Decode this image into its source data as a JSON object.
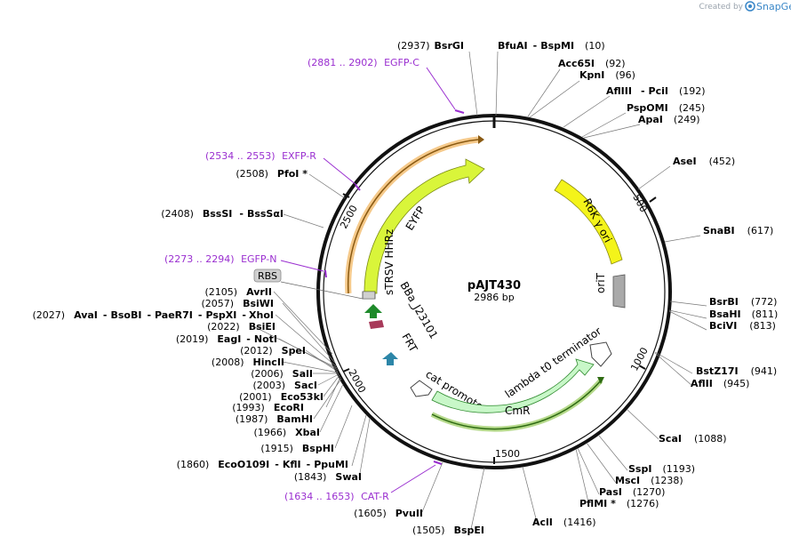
{
  "credit": {
    "prefix": "Created by",
    "brand": "SnapGene"
  },
  "plasmid": {
    "name": "pAJT430",
    "length_label": "2986 bp"
  },
  "ticks": [
    "500",
    "1000",
    "1500",
    "2000",
    "2500"
  ],
  "primers": [
    {
      "pos": "(2881 .. 2902)",
      "name": "EGFP-C"
    },
    {
      "pos": "(2534 .. 2553)",
      "name": "EXFP-R"
    },
    {
      "pos": "(2273 .. 2294)",
      "name": "EGFP-N"
    },
    {
      "pos": "(1634 .. 1653)",
      "name": "CAT-R"
    }
  ],
  "sites": {
    "bsrgi": {
      "pos": "(2937)",
      "name": "BsrGI"
    },
    "bfuai": {
      "name": "BfuAI",
      "sep": "-",
      "name2": "BspMI",
      "pos": "(10)"
    },
    "acc65i": {
      "name": "Acc65I",
      "pos": "(92)"
    },
    "kpni": {
      "name": "KpnI",
      "pos": "(96)"
    },
    "afliii": {
      "name": "AflIII",
      "sep": "-",
      "name2": "PciI",
      "pos": "(192)"
    },
    "pspomi": {
      "name": "PspOMI",
      "pos": "(245)"
    },
    "apai": {
      "name": "ApaI",
      "pos": "(249)"
    },
    "asei": {
      "name": "AseI",
      "pos": "(452)"
    },
    "snabi": {
      "name": "SnaBI",
      "pos": "(617)"
    },
    "bsrbi": {
      "name": "BsrBI",
      "pos": "(772)"
    },
    "bsahi": {
      "name": "BsaHI",
      "pos": "(811)"
    },
    "bcivi": {
      "name": "BciVI",
      "pos": "(813)"
    },
    "bstz17i": {
      "name": "BstZ17I",
      "pos": "(941)"
    },
    "aflii": {
      "name": "AflII",
      "pos": "(945)"
    },
    "scai": {
      "name": "ScaI",
      "pos": "(1088)"
    },
    "sspi": {
      "name": "SspI",
      "pos": "(1193)"
    },
    "msci": {
      "name": "MscI",
      "pos": "(1238)"
    },
    "pasi": {
      "name": "PasI",
      "pos": "(1270)"
    },
    "pflmi": {
      "name": "PflMI *",
      "pos": "(1276)"
    },
    "acli": {
      "name": "AclI",
      "pos": "(1416)"
    },
    "bspei": {
      "pos": "(1505)",
      "name": "BspEI"
    },
    "pvuii": {
      "pos": "(1605)",
      "name": "PvuII"
    },
    "swai": {
      "pos": "(1843)",
      "name": "SwaI"
    },
    "eco": {
      "pos": "(1860)",
      "name": "EcoO109I",
      "sep": "-",
      "name2": "KflI",
      "sep2": "-",
      "name3": "PpuMI"
    },
    "bsphi": {
      "pos": "(1915)",
      "name": "BspHI"
    },
    "xbai": {
      "pos": "(1966)",
      "name": "XbaI"
    },
    "bamhi": {
      "pos": "(1987)",
      "name": "BamHI"
    },
    "ecori": {
      "pos": "(1993)",
      "name": "EcoRI"
    },
    "eco53ki": {
      "pos": "(2001)",
      "name": "Eco53kI"
    },
    "saci": {
      "pos": "(2003)",
      "name": "SacI"
    },
    "sali": {
      "pos": "(2006)",
      "name": "SalI"
    },
    "hincii": {
      "pos": "(2008)",
      "name": "HincII"
    },
    "spei": {
      "pos": "(2012)",
      "name": "SpeI"
    },
    "eagi": {
      "pos": "(2019)",
      "name": "EagI",
      "sep": "-",
      "name2": "NotI"
    },
    "bsiei": {
      "pos": "(2022)",
      "name": "BsiEI"
    },
    "avai": {
      "pos": "(2027)",
      "name": "AvaI",
      "sep": "-",
      "name2": "BsoBI",
      "sep2": "-",
      "name3": "PaeR7I",
      "sep3": "-",
      "name4": "PspXI",
      "sep4": "-",
      "name5": "XhoI"
    },
    "bsiwi": {
      "pos": "(2057)",
      "name": "BsiWI"
    },
    "avrii": {
      "pos": "(2105)",
      "name": "AvrII"
    },
    "bsssi": {
      "pos": "(2408)",
      "name": "BssSI",
      "sep": "-",
      "name2": "BssSαI"
    },
    "pfoi": {
      "pos": "(2508)",
      "name": "PfoI *"
    }
  },
  "features": {
    "eyfp": "EYFP",
    "r6k": "R6K γ ori",
    "orit": "oriT",
    "strsv": "sTRSV HHRz",
    "bba": "BBa_J23101",
    "frt": "FRT",
    "rbs": "RBS",
    "cat_promoter": "cat promoter",
    "lambda": "lambda t0 terminator",
    "cmr": "CmR"
  },
  "colors": {
    "eyfp": "#d9f53a",
    "r6k": "#f4f41a",
    "orit": "#a9a9a9",
    "cmr": "#c8f7c8",
    "frt": "#2c86a8",
    "bba": "#1e8a2a",
    "strsv": "#a83a5a",
    "primer": "#9a2fd0",
    "orange_band": "#f5c98a"
  }
}
